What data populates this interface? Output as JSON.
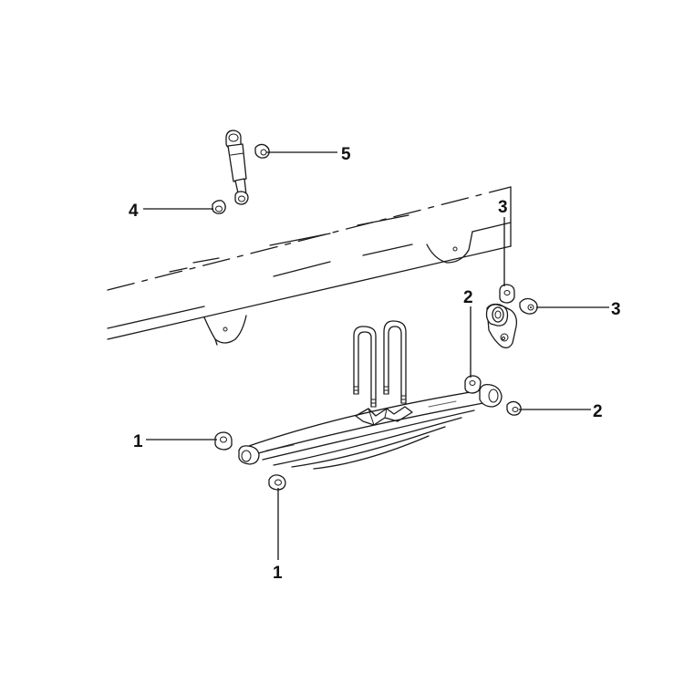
{
  "callouts": [
    {
      "id": "label-1-left",
      "text": "1"
    },
    {
      "id": "label-1-bottom",
      "text": "1"
    },
    {
      "id": "label-2-upper",
      "text": "2"
    },
    {
      "id": "label-2-right",
      "text": "2"
    },
    {
      "id": "label-3-top",
      "text": "3"
    },
    {
      "id": "label-3-right",
      "text": "3"
    },
    {
      "id": "label-4",
      "text": "4"
    },
    {
      "id": "label-5",
      "text": "5"
    }
  ],
  "colors": {
    "line": "#1a1a1a",
    "background": "#ffffff"
  }
}
